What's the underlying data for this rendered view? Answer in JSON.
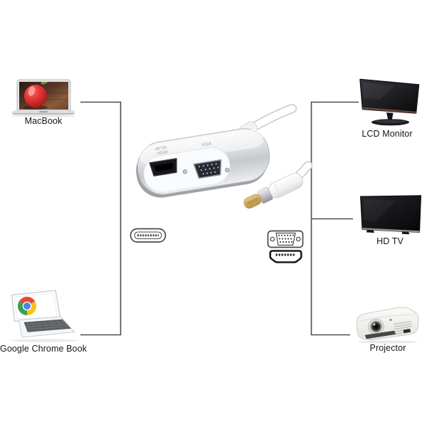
{
  "diagram": {
    "sources": [
      {
        "label": "MacBook"
      },
      {
        "label": "Google Chrome Book"
      }
    ],
    "outputs": [
      {
        "label": "LCD Monitor"
      },
      {
        "label": "HD TV"
      },
      {
        "label": "Projector"
      }
    ],
    "adapter": {
      "hdmi_marking_line1": "4K*2K",
      "hdmi_marking_line2": "HDMI",
      "vga_marking": "VGA"
    },
    "connector_icons": [
      "usb-c-connector-icon",
      "vga-connector-icon",
      "hdmi-connector-icon"
    ],
    "colors": {
      "connection_line": "#4d4d4d",
      "label_text": "#161616",
      "background": "#ffffff",
      "adapter_silver": "#d3d5d8",
      "cable_white": "#ffffff",
      "usb_c_gold_tip": "#d2ab5f",
      "chrome_logo_red": "#de4b37",
      "chrome_logo_green": "#37a34a",
      "chrome_logo_yellow": "#fbc116",
      "chrome_logo_blue": "#4e82ee"
    }
  }
}
